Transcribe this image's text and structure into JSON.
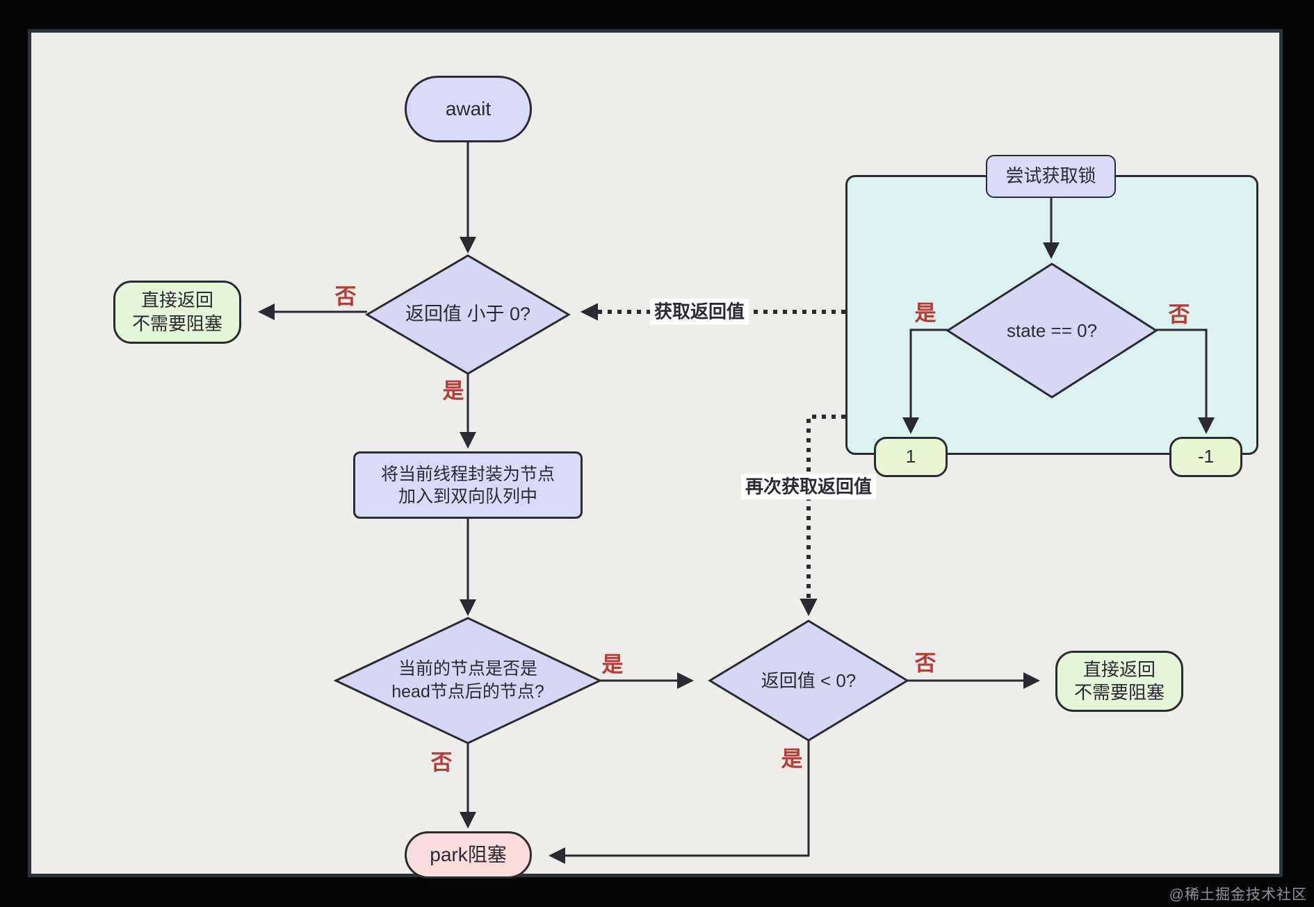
{
  "diagram": {
    "nodes": {
      "await": {
        "label": "await"
      },
      "return_direct_left": {
        "line1": "直接返回",
        "line2": "不需要阻塞"
      },
      "decision_return_lt0": {
        "label": "返回值  小于 0?"
      },
      "enqueue": {
        "line1": "将当前线程封装为节点",
        "line2": "加入到双向队列中"
      },
      "decision_is_after_head": {
        "line1": "当前的节点是否是",
        "line2": "head节点后的节点?"
      },
      "park": {
        "label": "park阻塞"
      },
      "decision_return_lt0_again": {
        "label": "返回值  < 0?"
      },
      "return_direct_right": {
        "line1": "直接返回",
        "line2": "不需要阻塞"
      },
      "try_lock": {
        "label": "尝试获取锁"
      },
      "decision_state": {
        "label": "state == 0?"
      },
      "result_one": {
        "label": "1"
      },
      "result_minus_one": {
        "label": "-1"
      }
    },
    "edge_labels": {
      "no_return_lt0": "否",
      "yes_return_lt0": "是",
      "yes_is_after_head": "是",
      "no_is_after_head": "否",
      "no_lt0_again": "否",
      "yes_lt0_again": "是",
      "yes_state": "是",
      "no_state": "否"
    },
    "flow_labels": {
      "get_return_value": "获取返回值",
      "get_return_value_again": "再次获取返回值"
    },
    "colors": {
      "node_purple": "#d9daf7",
      "node_green": "#e3f6d8",
      "node_lime": "#e8f6d4",
      "node_pink": "#fbdcdd",
      "container_teal": "#dcf2f1",
      "line_dark": "#2a2a32",
      "label_red": "#b23c36",
      "canvas": "#efede9"
    },
    "watermark": "@稀土掘金技术社区"
  }
}
